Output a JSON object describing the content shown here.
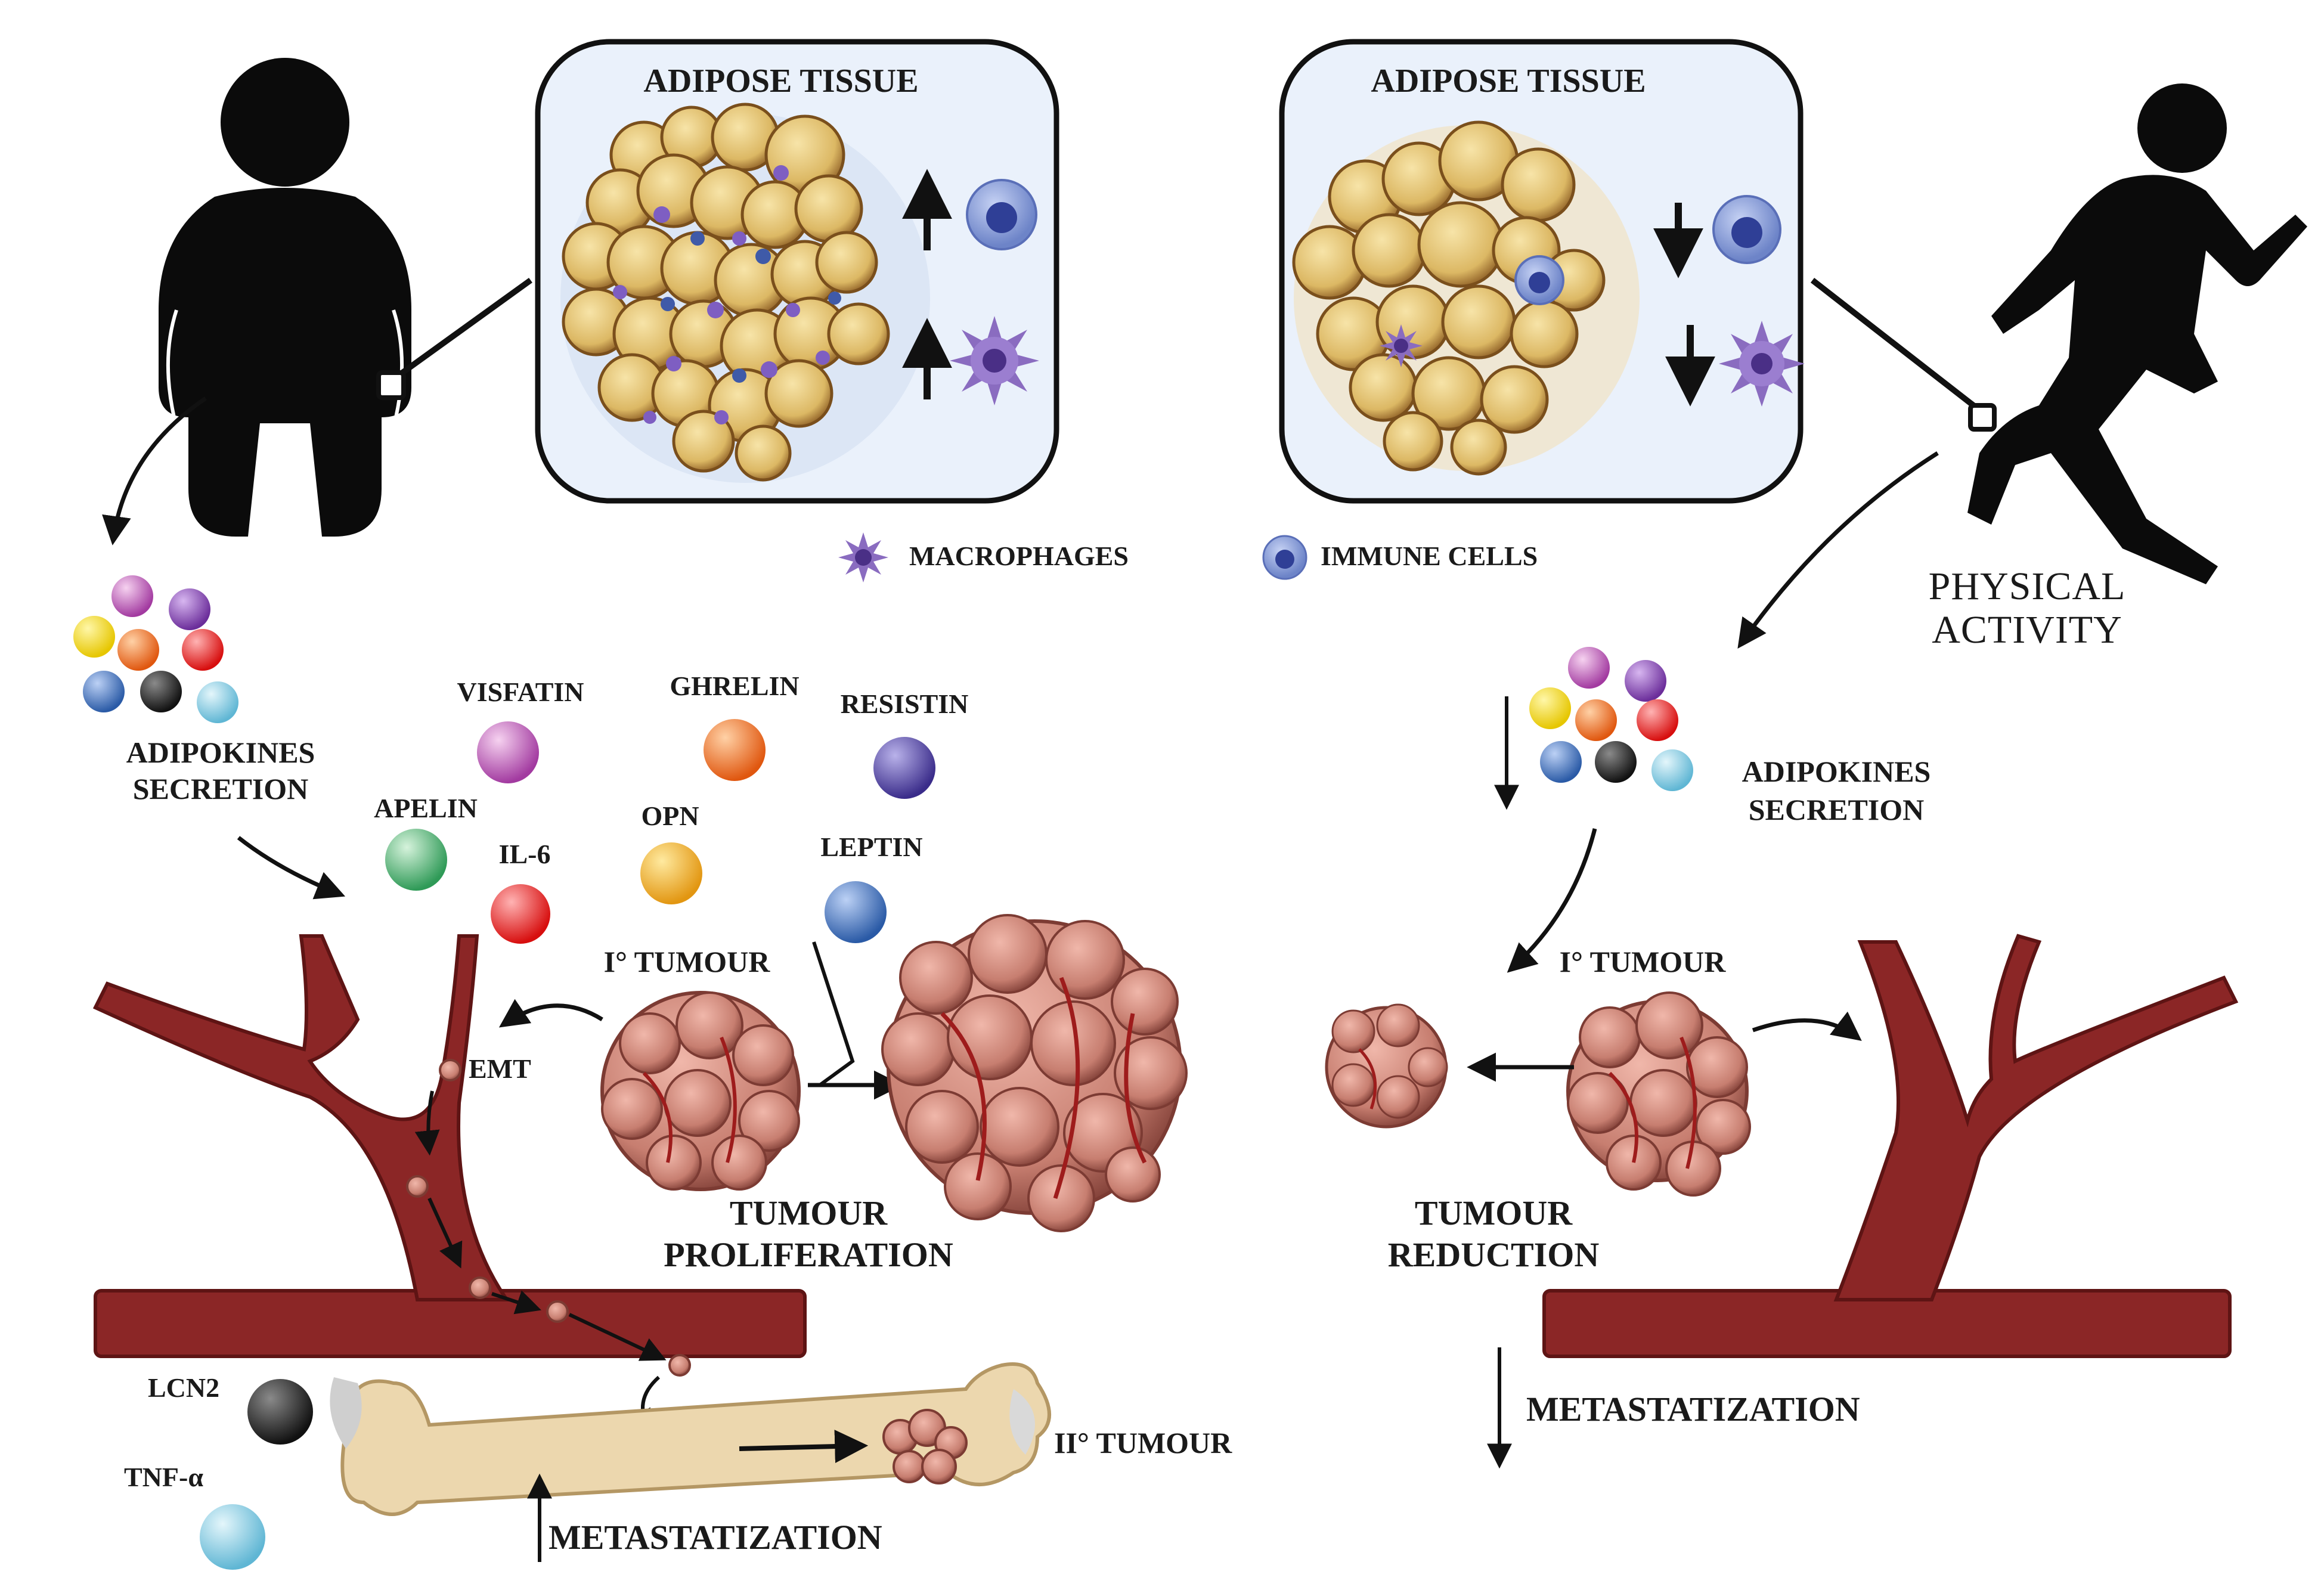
{
  "obese_side": {
    "adipose_title": "ADIPOSE TISSUE",
    "adipokines_label": [
      "ADIPOKINES",
      "SECRETION"
    ],
    "primary_tumour": "I° TUMOUR",
    "emt": "EMT",
    "proliferation_label": [
      "TUMOUR",
      "PROLIFERATION"
    ],
    "secondary_tumour": "II° TUMOUR",
    "metastatization": "METASTATIZATION",
    "lcn2": "LCN2",
    "tnf": "TNF-α"
  },
  "legend": {
    "macrophages": "MACROPHAGES",
    "immune_cells": "IMMUNE CELLS"
  },
  "adipokines": {
    "visfatin": "VISFATIN",
    "ghrelin": "GHRELIN",
    "resistin": "RESISTIN",
    "apelin": "APELIN",
    "il6": "IL-6",
    "opn": "OPN",
    "leptin": "LEPTIN"
  },
  "active_side": {
    "adipose_title": "ADIPOSE TISSUE",
    "physical_activity": [
      "PHYSICAL",
      "ACTIVITY"
    ],
    "adipokines_label": [
      "ADIPOKINES",
      "SECRETION"
    ],
    "primary_tumour": "I° TUMOUR",
    "reduction_label": [
      "TUMOUR",
      "REDUCTION"
    ],
    "metastatization": "METASTATIZATION"
  },
  "colors": {
    "vessel": "#8b2626",
    "vessel_dark": "#5e1414",
    "adipocyte": "#e2c06c",
    "tumour": "#c98577",
    "bone": "#ecd7ae",
    "macrophage": "#8a6cc0",
    "immune_cell": "#6f86c9"
  }
}
